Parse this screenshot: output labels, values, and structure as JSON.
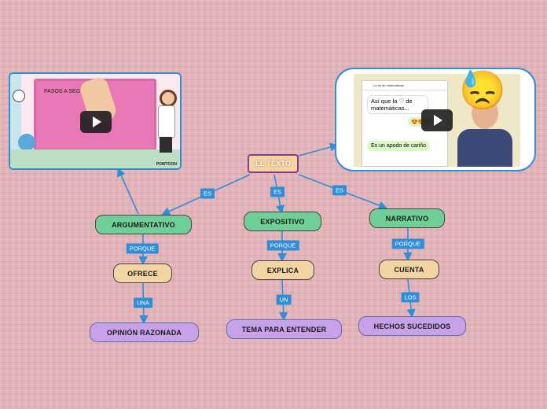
{
  "root": "EL TEXTO",
  "branches": [
    {
      "connector": "ES",
      "type": "ARGUMENTATIVO",
      "link1": "PORQUE",
      "verb": "OFRECE",
      "link2": "UNA",
      "result": "OPINIÓN RAZONADA"
    },
    {
      "connector": "ES",
      "type": "EXPOSITIVO",
      "link1": "PORQUE",
      "verb": "EXPLICA",
      "link2": "UN",
      "result": "TEMA PARA ENTENDER"
    },
    {
      "connector": "ES",
      "type": "NARRATIVO",
      "link1": "PORQUE",
      "verb": "CUENTA",
      "link2": "LOS",
      "result": "HECHOS SUCEDIDOS"
    }
  ],
  "video_left": {
    "slide_text": "PASOS A SEGUIR",
    "brand": "POWTOON"
  },
  "video_right": {
    "chat_name": "La fal de matemáticas",
    "bubble_1": "Así que la ♡ de matemáticas...",
    "bubble_2": "😍😍😍",
    "bubble_3": "Es un apodo de cariño",
    "emoji": "😓"
  },
  "colors": {
    "connector": "#2f8ed8",
    "level1": "#6fcf97",
    "level2": "#f2d5a3",
    "level3": "#c8a2e8",
    "root_border": "#8e3a8a"
  }
}
